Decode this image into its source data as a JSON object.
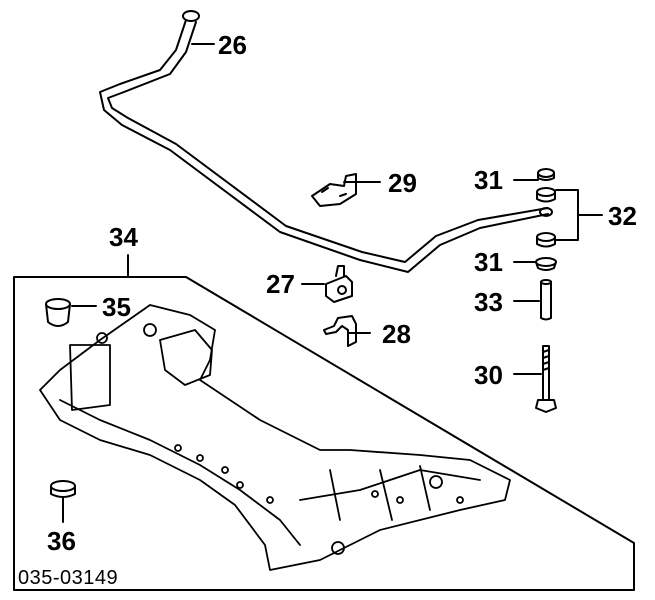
{
  "callouts": {
    "c26": "26",
    "c29": "29",
    "c31a": "31",
    "c32": "32",
    "c31b": "31",
    "c34": "34",
    "c27": "27",
    "c28": "28",
    "c35": "35",
    "c33": "33",
    "c30": "30",
    "c36": "36"
  },
  "diagram_code": "035-03149",
  "colors": {
    "ink": "#000000",
    "paper": "#ffffff"
  }
}
